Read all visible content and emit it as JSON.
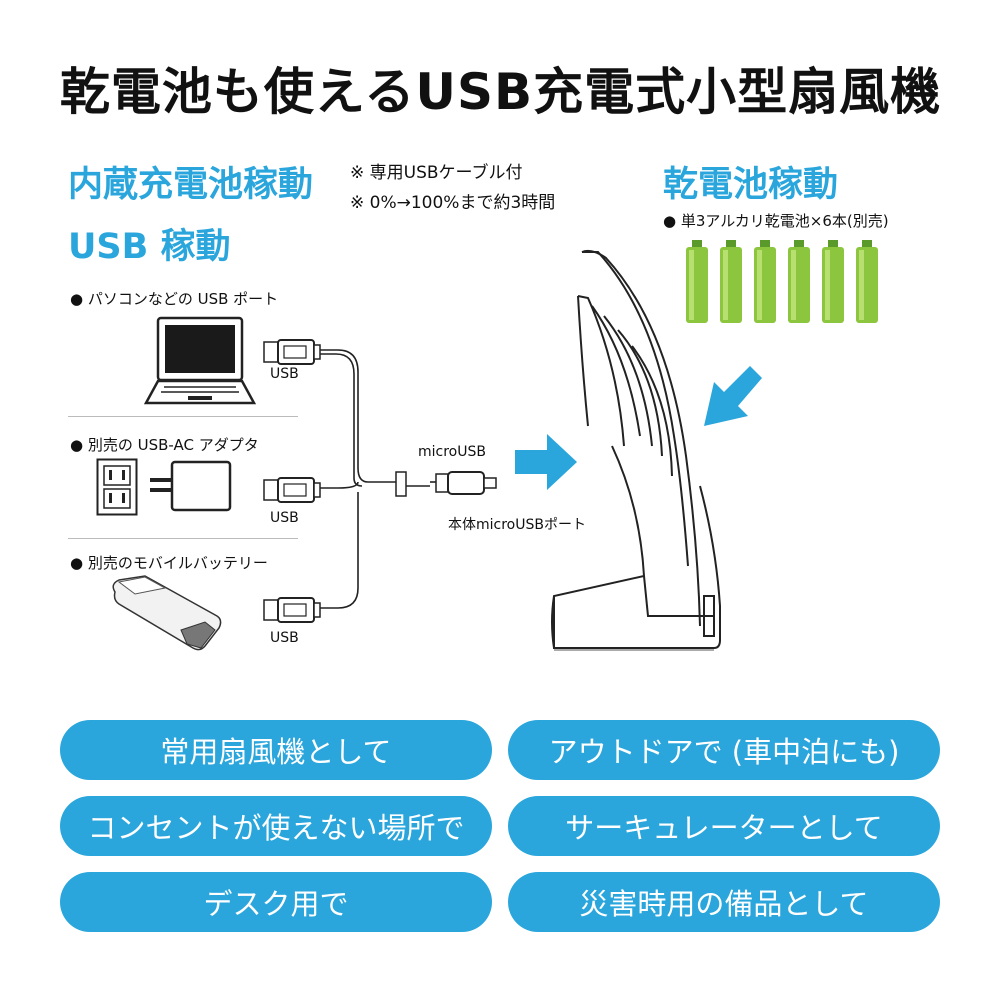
{
  "title": "乾電池も使えるUSB充電式小型扇風機",
  "left_heading_1": "内蔵充電池稼動",
  "left_heading_2": "USB 稼動",
  "notes": [
    "※ 専用USBケーブル付",
    "※ 0%→100%まで約3時間"
  ],
  "right_heading": "乾電池稼動",
  "battery_note": "● 単3アルカリ乾電池×6本(別売)",
  "sources": [
    {
      "label": "● パソコンなどの USB ポート",
      "icon": "laptop-icon",
      "connector": "USB"
    },
    {
      "label": "● 別売の USB-AC アダプタ",
      "icon": "ac-adapter-icon",
      "connector": "USB"
    },
    {
      "label": "● 別売のモバイルバッテリー",
      "icon": "mobile-battery-icon",
      "connector": "USB"
    }
  ],
  "micro_usb_label": "microUSB",
  "port_label": "本体microUSBポート",
  "uses": [
    "常用扇風機として",
    "アウトドアで (車中泊にも)",
    "コンセントが使えない場所で",
    "サーキュレーターとして",
    "デスク用で",
    "災害時用の備品として"
  ],
  "colors": {
    "accent": "#2aa6dc",
    "battery_green": "#8cc63f",
    "battery_dark": "#5a9a2a"
  }
}
